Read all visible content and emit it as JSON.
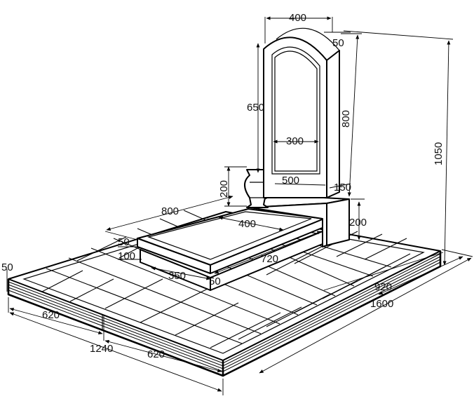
{
  "title": "",
  "dimensions": {
    "stele_width": "400",
    "stele_thickness": "50",
    "stele_height": "800",
    "stele_arch_height": "650",
    "stele_inner_width": "300",
    "stand_width": "500",
    "stand_depth": "150",
    "stand_height": "200",
    "vase_height": "200",
    "flowerbed_length": "800",
    "flowerbed_inner_width": "400",
    "flowerbed_top": "50",
    "flowerbed_base": "100",
    "flowerbed_width": "720",
    "flowerbed_base_width": "350",
    "flowerbed_offset": "50",
    "paving_edge": "50",
    "paving_width_920": "920",
    "paving_length": "1600",
    "total_height": "1050",
    "front_left": "620",
    "front_right": "620",
    "front_total": "1240"
  }
}
